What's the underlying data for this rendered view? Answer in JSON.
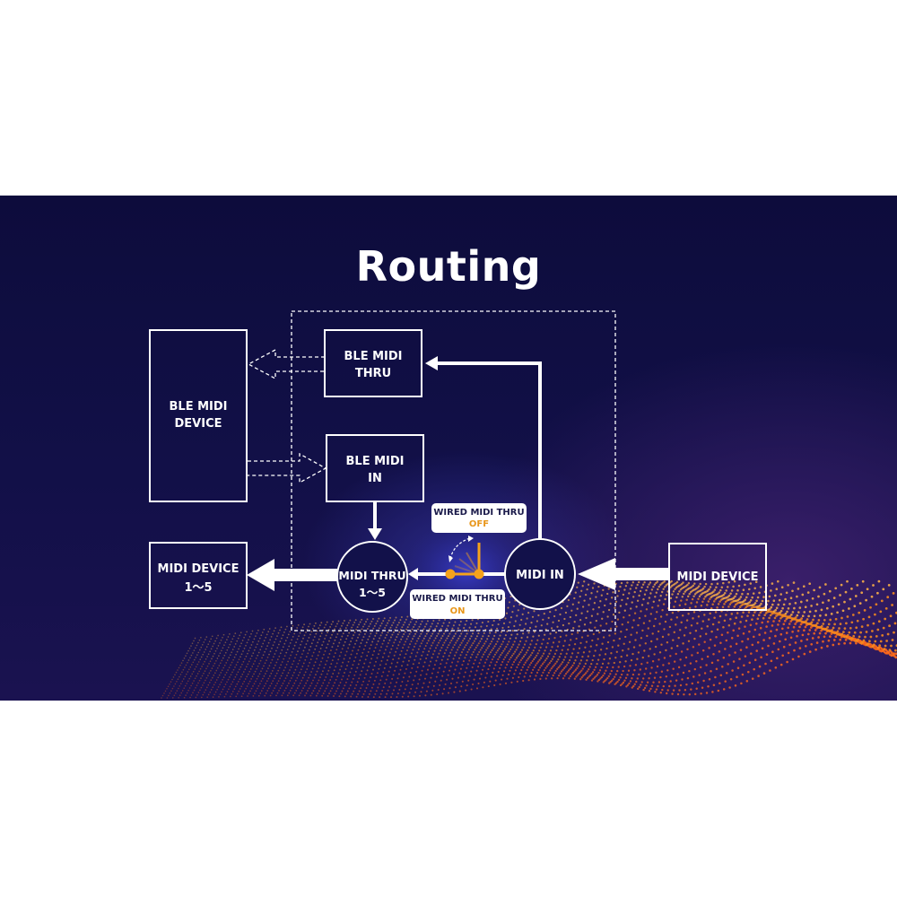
{
  "title": "Routing",
  "blocks": {
    "ble_midi_device": [
      "BLE MIDI",
      "DEVICE"
    ],
    "ble_midi_thru": [
      "BLE MIDI",
      "THRU"
    ],
    "ble_midi_in": [
      "BLE MIDI",
      "IN"
    ],
    "midi_device_out": [
      "MIDI DEVICE",
      "1～5"
    ],
    "midi_thru": [
      "MIDI THRU",
      "1～5"
    ],
    "midi_in": [
      "MIDI IN"
    ],
    "midi_device_in": [
      "MIDI DEVICE"
    ]
  },
  "callouts": {
    "off": {
      "label": "WIRED MIDI THRU",
      "state": "OFF"
    },
    "on": {
      "label": "WIRED MIDI THRU",
      "state": "ON"
    }
  },
  "colors": {
    "background": "#111046",
    "line": "#ffffff",
    "accent": "#f5a21b",
    "accent_text": "#e8961a"
  }
}
